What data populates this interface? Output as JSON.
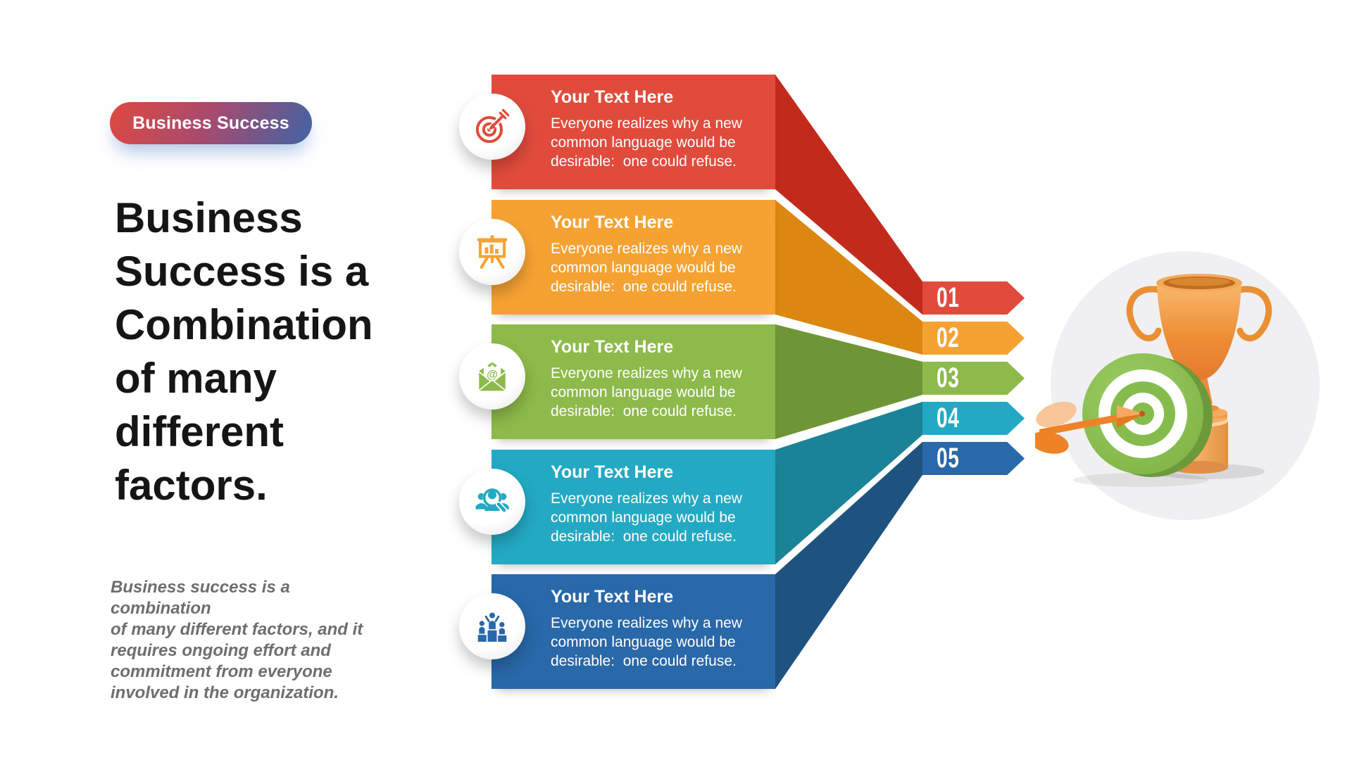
{
  "badge": {
    "label": "Business Success"
  },
  "headline": "Business\nSuccess is a\nCombination\nof many\ndifferent\nfactors.",
  "description": "Business success is a combination\nof many different factors, and it\nrequires ongoing effort and\ncommitment from everyone\ninvolved in the organization.",
  "items": [
    {
      "number": "01",
      "title": "Your Text Here",
      "body": "Everyone realizes why a new\ncommon language would be\ndesirable:  one could refuse.",
      "color": "#E14B3C",
      "dark": "#C22B1C",
      "icon": "target-dart-icon"
    },
    {
      "number": "02",
      "title": "Your Text Here",
      "body": "Everyone realizes why a new\ncommon language would be\ndesirable:  one could refuse.",
      "color": "#F6A233",
      "dark": "#DB8711",
      "icon": "presentation-chart-icon"
    },
    {
      "number": "03",
      "title": "Your Text Here",
      "body": "Everyone realizes why a new\ncommon language would be\ndesirable:  one could refuse.",
      "color": "#8DBA4A",
      "dark": "#6E9636",
      "icon": "email-at-icon"
    },
    {
      "number": "04",
      "title": "Your Text Here",
      "body": "Everyone realizes why a new\ncommon language would be\ndesirable:  one could refuse.",
      "color": "#23A9C3",
      "dark": "#1B8397",
      "icon": "people-search-icon"
    },
    {
      "number": "05",
      "title": "Your Text Here",
      "body": "Everyone realizes why a new\ncommon language would be\ndesirable:  one could refuse.",
      "color": "#2968A9",
      "dark": "#1E5380",
      "icon": "winner-podium-icon"
    }
  ],
  "illustration": {
    "name": "trophy-and-target",
    "circle_color": "#F0F0F2"
  }
}
